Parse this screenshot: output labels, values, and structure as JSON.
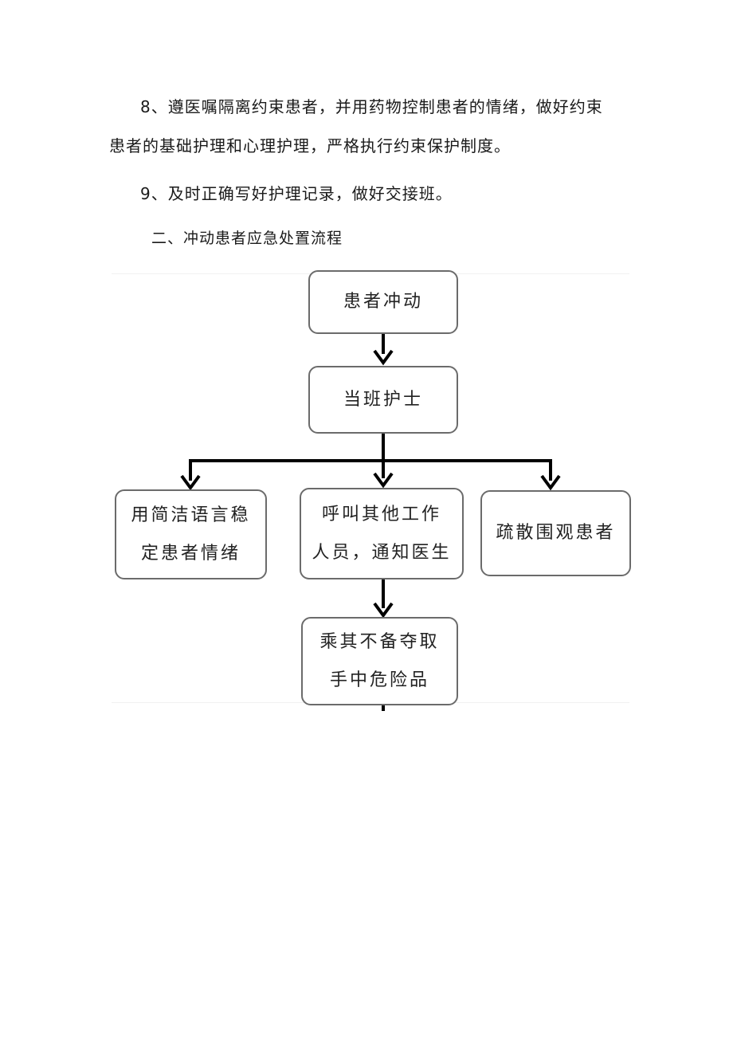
{
  "paragraphs": {
    "item8_line1": "8、遵医嘱隔离约束患者，并用药物控制患者的情绪，做好约束",
    "item8_line2": "患者的基础护理和心理护理，严格执行约束保护制度。",
    "item9": "9、及时正确写好护理记录，做好交接班。"
  },
  "section_heading": "二、冲动患者应急处置流程",
  "flowchart": {
    "nodes": {
      "patient_impulse": "患者冲动",
      "duty_nurse": "当班护士",
      "calm_patient": "用简洁语言稳\n定患者情绪",
      "call_staff": "呼叫其他工作\n人员，通知医生",
      "evacuate": "疏散围观患者",
      "seize_items": "乘其不备夺取\n手中危险品"
    },
    "colors": {
      "arrow": "#000000",
      "box_border": "#6b6b6b"
    }
  }
}
